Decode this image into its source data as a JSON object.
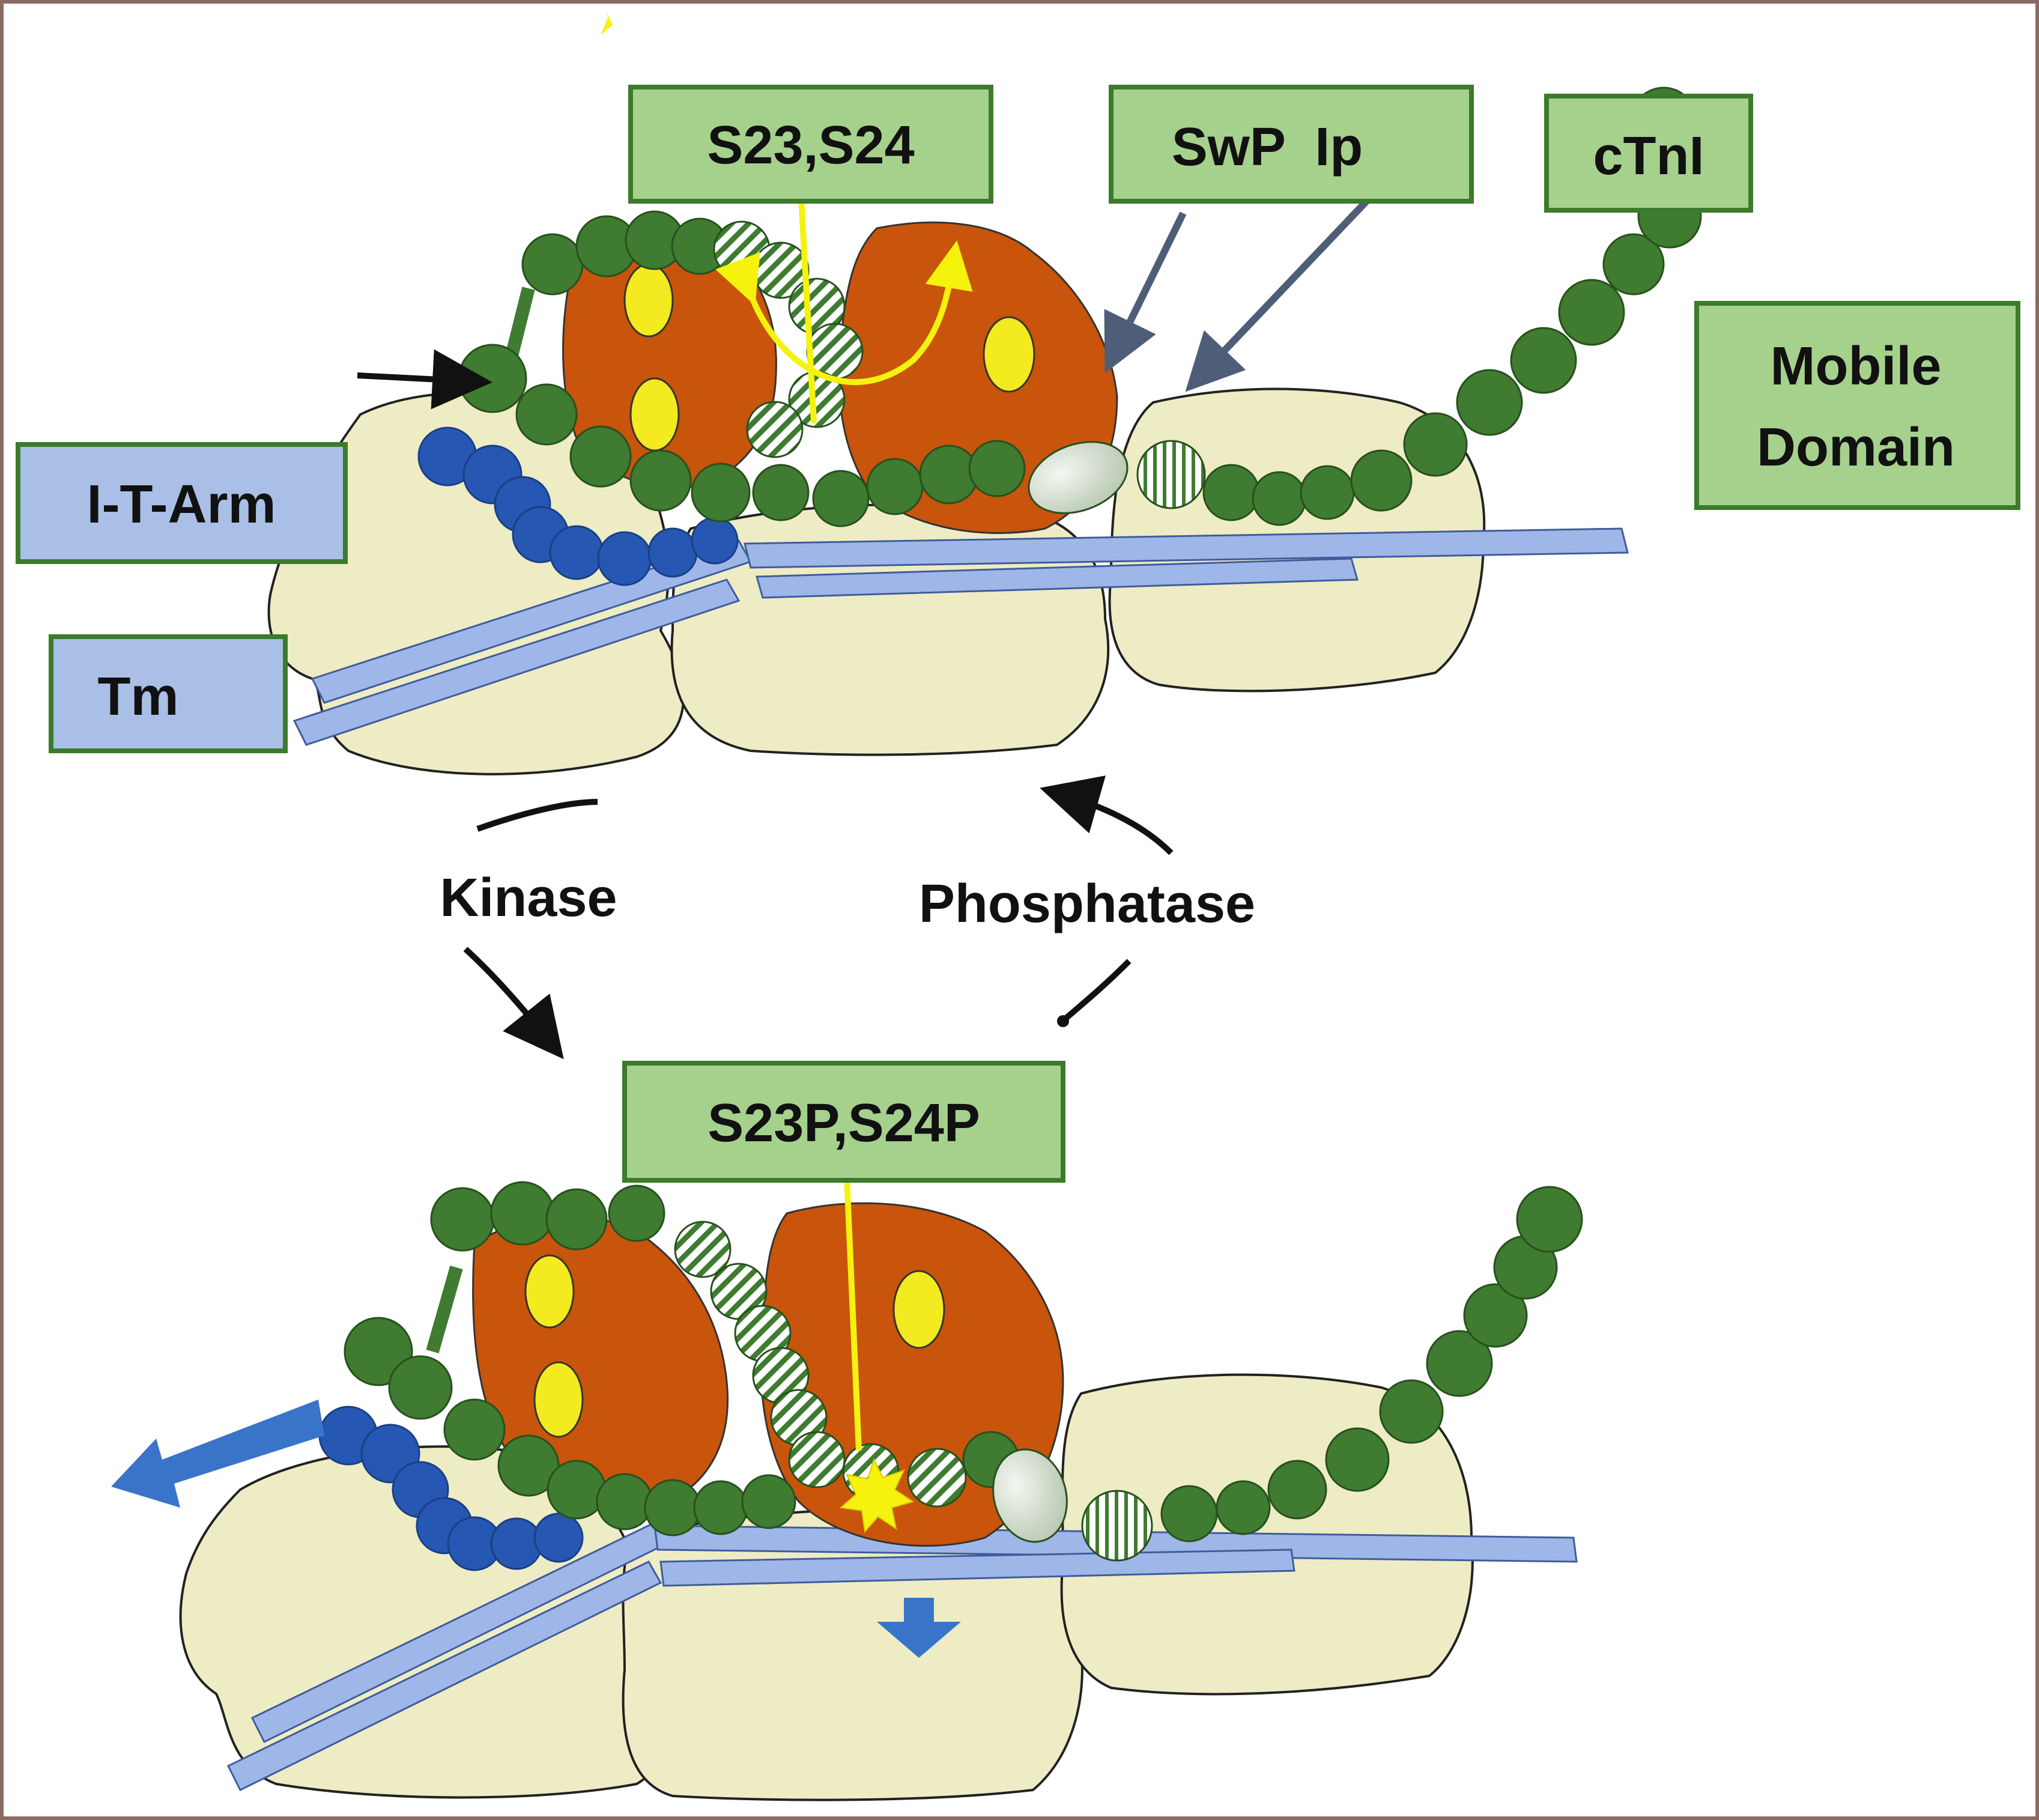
{
  "labels": {
    "s23_s24": "S23,S24",
    "swp_ip": "SwP  Ip",
    "ctni": "cTnI",
    "mobile_line1": "Mobile",
    "mobile_line2": "Domain",
    "it_arm": "I-T-Arm",
    "tm": "Tm",
    "kinase": "Kinase",
    "phosphatase": "Phosphatase",
    "s23p_s24p": "S23P,S24P"
  },
  "colors": {
    "actin": "#eeecc4",
    "tnc": "#c9540b",
    "tnc_site": "#f3ea1f",
    "tni": "#3f7b30",
    "tnt": "#2657b3",
    "tropomyosin": "#9fb6e8",
    "label_green": "#a6d18d",
    "label_blue": "#a9bfe6",
    "label_border": "#3c7a2c",
    "highlight": "#f5f20e",
    "frame": "#8a6a62"
  }
}
